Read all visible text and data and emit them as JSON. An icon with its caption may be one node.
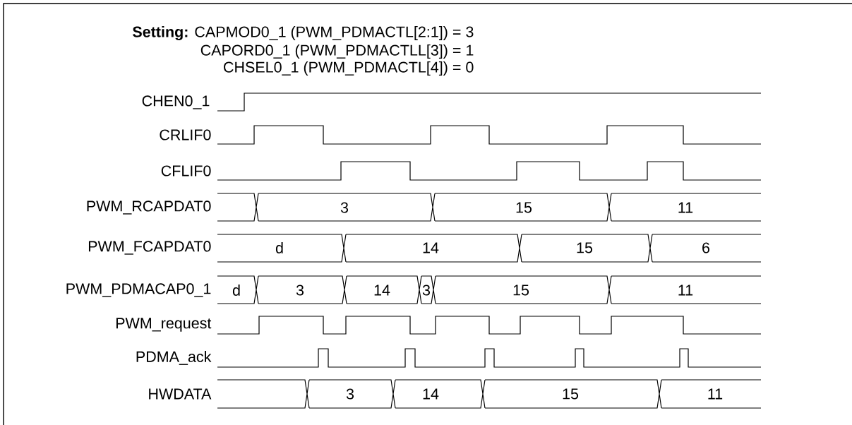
{
  "diagram": {
    "labels": [
      "**Setting:** CAPMOD0_1 (PWM_PDMACTL[2:1]) = 3",
      "CAPORD0_1 (PWM_PDMACTLL[3]) = 1",
      "CHSEL0_1 (PWM_PDMACTL[4]) = 0",
      "CHEN0_1",
      "CRLIF0",
      "CFLIF0",
      "PWM_RCAPDAT0",
      "3",
      "15",
      "11",
      "PWM_FCAPDAT0",
      "d",
      "14",
      "15",
      "6",
      "PWM_PDMACAP0_1",
      "d",
      "3",
      "14",
      "3",
      "15",
      "11",
      "PWM_request",
      "PDMA_ack",
      "HWDATA",
      "3",
      "14",
      "15",
      "11"
    ]
  }
}
